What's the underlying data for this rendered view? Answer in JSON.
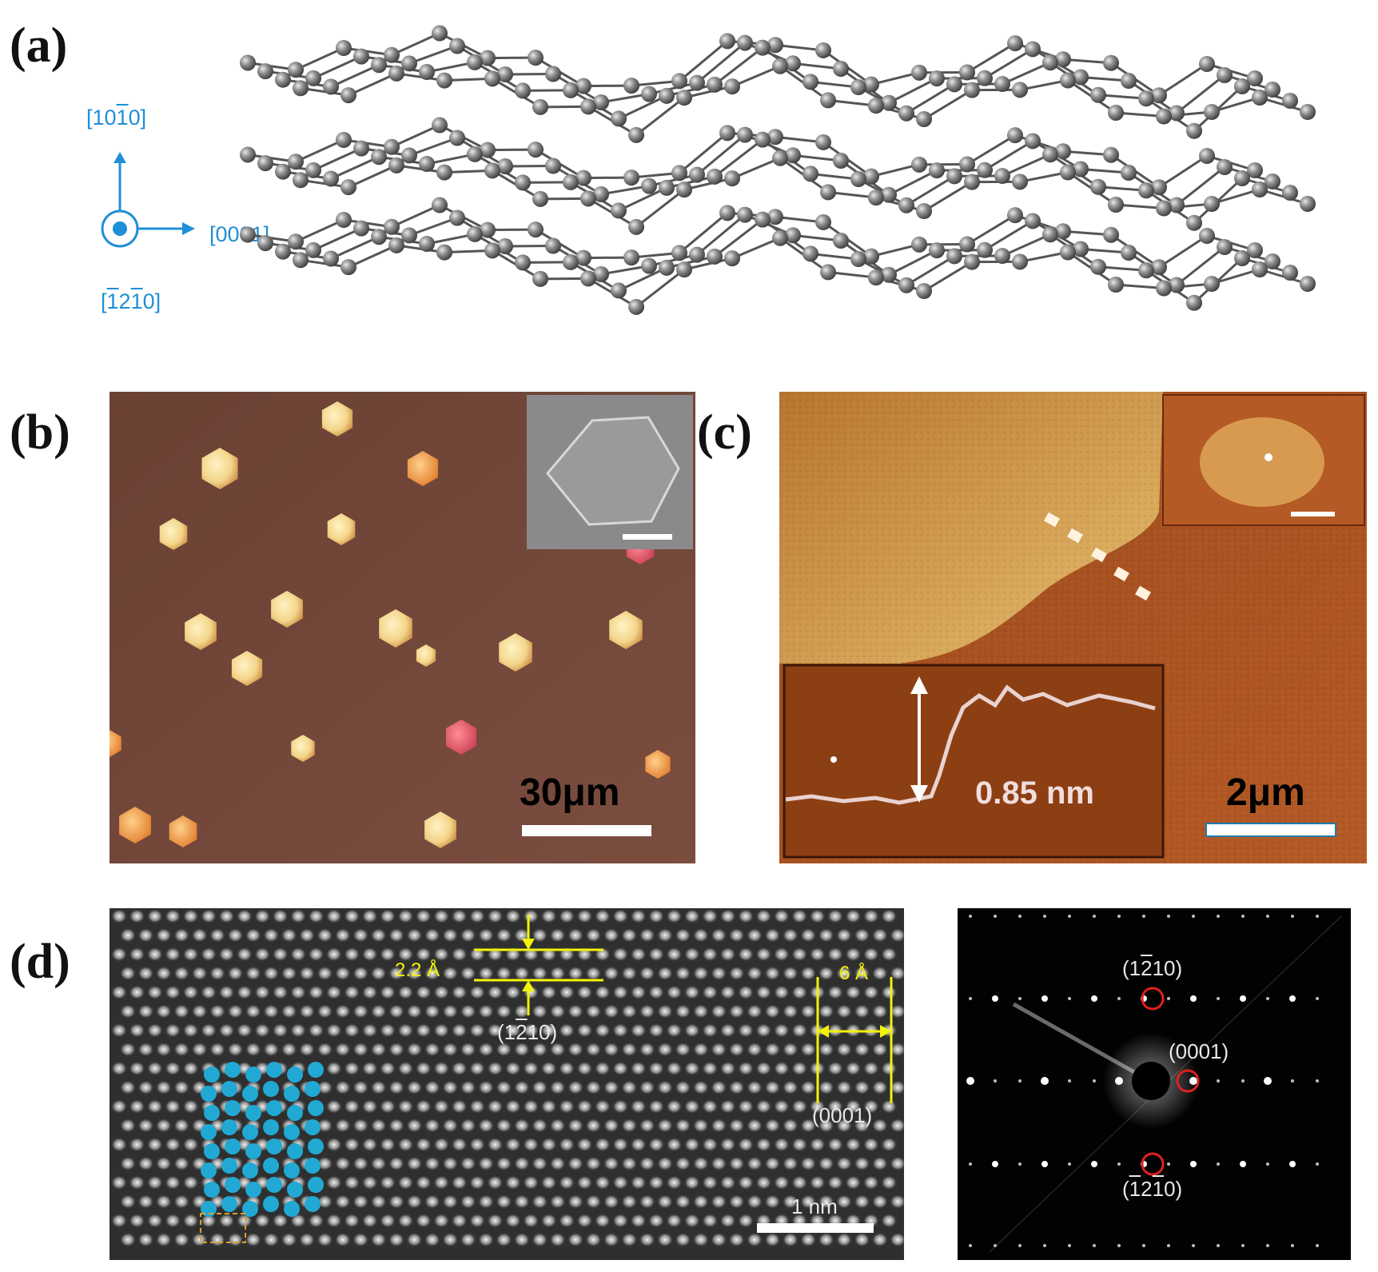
{
  "figure": {
    "panels": {
      "a": {
        "label": "(a)",
        "axes": {
          "up_pre": "[10",
          "up_bar": "1",
          "up_post": "0]",
          "right": "[0001]",
          "out_pre": "[",
          "out_bar1": "1",
          "out_mid": "2",
          "out_bar2": "1",
          "out_post": "0]"
        },
        "colors": {
          "axis": "#1f8fd6",
          "atom": "#8c8c8c"
        }
      },
      "b": {
        "label": "(b)",
        "scale_bar": "30μm",
        "colors": {
          "substrate": "#6e4538",
          "flake": "#f3d58a",
          "thin_flake": "#e05a68"
        }
      },
      "c": {
        "label": "(c)",
        "scale_bar": "2μm",
        "step_height": "0.85 nm",
        "colors": {
          "afm_high": "#d4a24a",
          "afm_low": "#a54f1e"
        }
      },
      "d": {
        "label": "(d)",
        "lattice_spacing_1": "2.2 Å",
        "lattice_spacing_2": "6 Å",
        "plane_1_pre": "(1",
        "plane_1_bar": "2",
        "plane_1_post": "10)",
        "plane_2": "(0001)",
        "scale_bar": "1 nm",
        "saed": {
          "top_pre": "(1",
          "top_bar": "2",
          "top_post": "10)",
          "middle": "(0001)",
          "bottom_pre": "(",
          "bottom_bar1": "1",
          "bottom_mid": "2",
          "bottom_bar2": "1",
          "bottom_post": "0)"
        },
        "colors": {
          "annotation": "#f2f20a",
          "overlay_atoms": "#21a9d4",
          "ring": "#e02020"
        }
      }
    }
  }
}
